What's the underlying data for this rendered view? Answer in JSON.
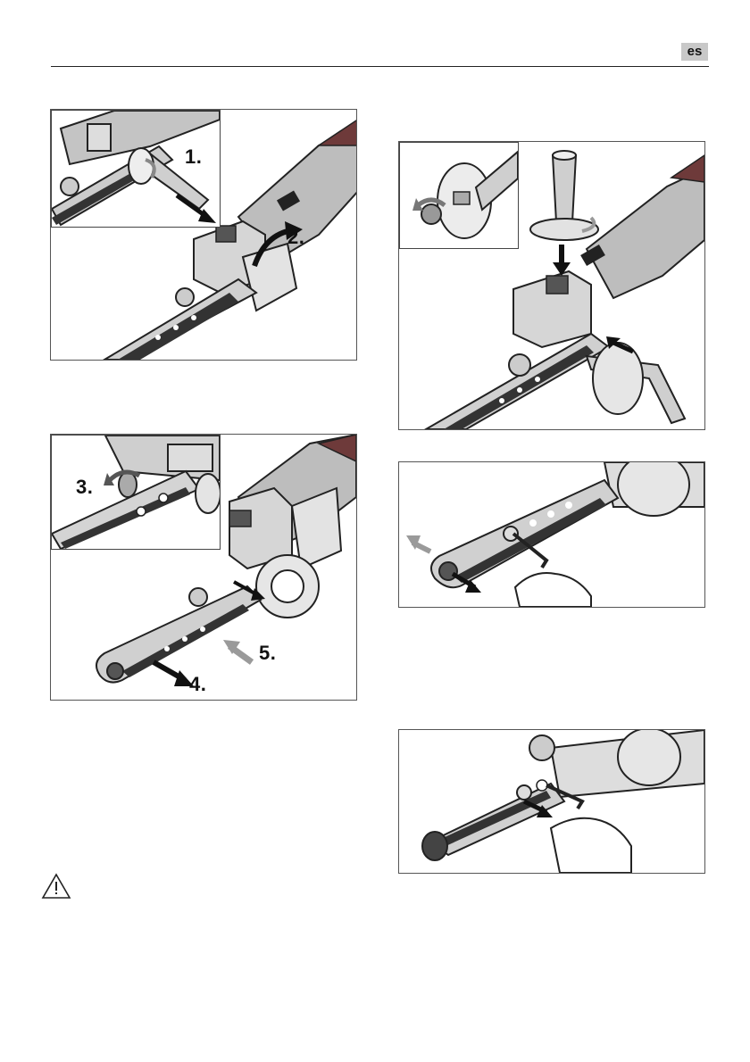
{
  "header": {
    "language": "es"
  },
  "figures": {
    "fig1": {
      "steps": [
        "1.",
        "2."
      ]
    },
    "fig2": {
      "steps": [
        "3.",
        "4.",
        "5."
      ]
    }
  },
  "warning": {
    "icon": "warning-triangle-icon"
  },
  "colors": {
    "tool_body": "#c9c9c9",
    "dark": "#2a2a2a",
    "accent_red": "#8e3b3b",
    "arrow_gray": "#9a9a9a"
  }
}
